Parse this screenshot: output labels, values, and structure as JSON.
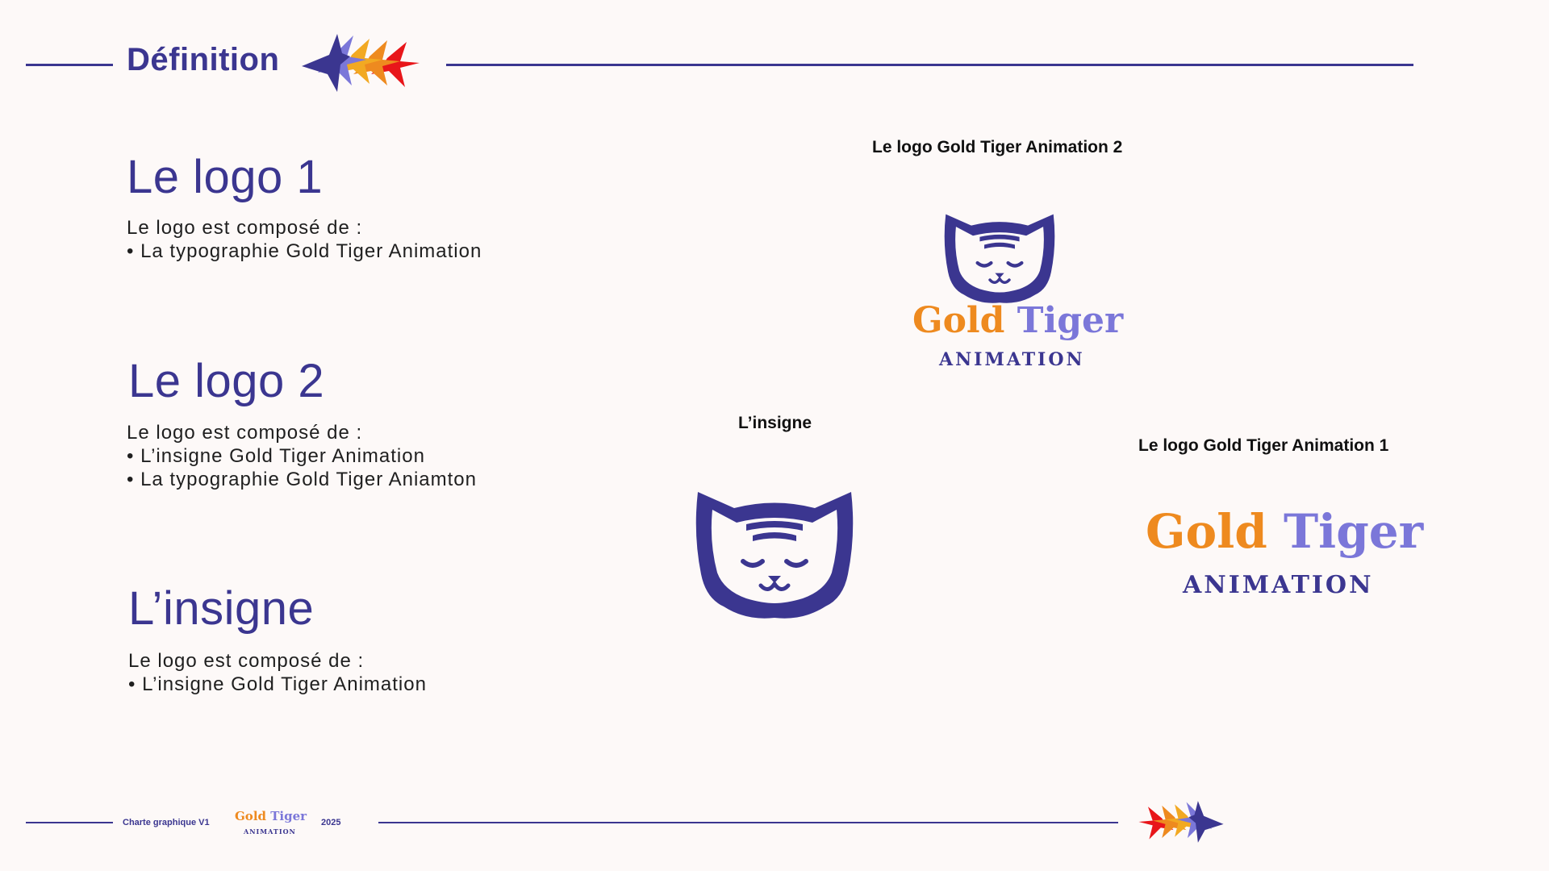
{
  "header": {
    "title": "Définition"
  },
  "brand_colors": {
    "navy": "#3B3690",
    "periwinkle": "#7B77D9",
    "gold": "#F2A922",
    "orange": "#EE8A1F",
    "red": "#E8161A"
  },
  "sections": [
    {
      "title": "Le logo 1",
      "lines": [
        "Le logo est composé de :",
        "• La typographie Gold Tiger Animation"
      ]
    },
    {
      "title": "Le logo 2",
      "lines": [
        "Le logo est composé de :",
        "• L’insigne  Gold Tiger Animation",
        "• La typographie Gold Tiger Aniamton"
      ]
    },
    {
      "title": "L’insigne",
      "lines": [
        "Le logo est composé de :",
        "• L’insigne  Gold Tiger Animation"
      ]
    }
  ],
  "captions": {
    "logo2": "Le  logo Gold Tiger Animation 2",
    "insigne": "L’insigne",
    "logo1": "Le logo Gold Tiger Animation 1"
  },
  "logo": {
    "word_gold": "Gold",
    "word_tiger": "Tiger",
    "sub": "ANIMATION"
  },
  "footer": {
    "label": "Charte graphique V1",
    "year": "2025"
  },
  "icons": [
    "stars-decoration-icon",
    "tiger-head-icon"
  ]
}
